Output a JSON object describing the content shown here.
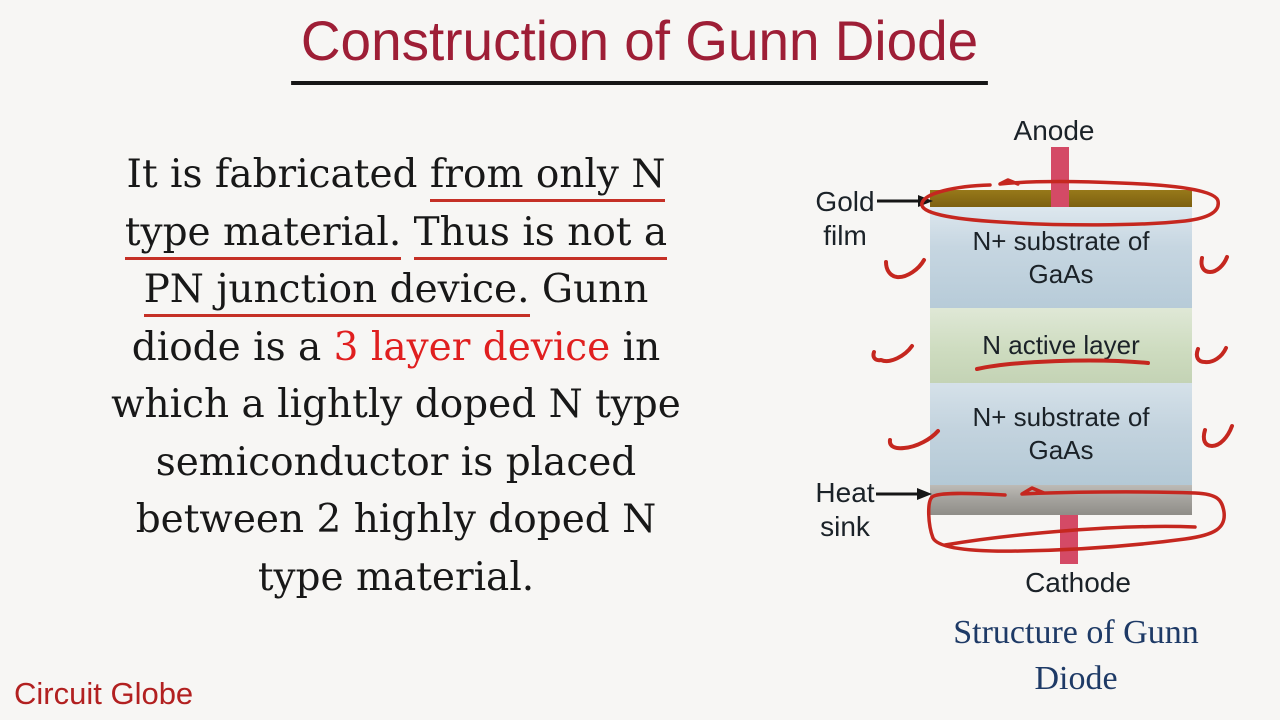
{
  "slide": {
    "title": "Construction of Gunn Diode",
    "brand": "Circuit Globe"
  },
  "body": {
    "lines": [
      {
        "segments": [
          {
            "text": "It is fabricated ",
            "style": "plain"
          },
          {
            "text": "from only N",
            "style": "underline"
          }
        ]
      },
      {
        "segments": [
          {
            "text": "type material.",
            "style": "underline"
          },
          {
            "text": " ",
            "style": "plain"
          },
          {
            "text": "Thus is not a",
            "style": "underline"
          }
        ]
      },
      {
        "segments": [
          {
            "text": "PN junction device.",
            "style": "underline"
          },
          {
            "text": " Gunn",
            "style": "plain"
          }
        ]
      },
      {
        "segments": [
          {
            "text": "diode is a ",
            "style": "plain"
          },
          {
            "text": "3 layer device",
            "style": "red"
          },
          {
            "text": " in",
            "style": "plain"
          }
        ]
      },
      {
        "segments": [
          {
            "text": "which a lightly doped N type",
            "style": "plain"
          }
        ]
      },
      {
        "segments": [
          {
            "text": "semiconductor is placed",
            "style": "plain"
          }
        ]
      },
      {
        "segments": [
          {
            "text": "between 2 highly doped N",
            "style": "plain"
          }
        ]
      },
      {
        "segments": [
          {
            "text": "type material.",
            "style": "plain"
          }
        ]
      }
    ]
  },
  "diagram": {
    "anode_label": "Anode",
    "cathode_label": "Cathode",
    "gold_film_label": "Gold\nfilm",
    "heat_sink_label": "Heat\nsink",
    "layers": [
      {
        "name": "gold-film",
        "label": ""
      },
      {
        "name": "n-substrate-top",
        "label": "N+ substrate of GaAs"
      },
      {
        "name": "n-active-layer",
        "label": "N active layer"
      },
      {
        "name": "n-substrate-bottom",
        "label": "N+ substrate of GaAs"
      },
      {
        "name": "heat-sink",
        "label": ""
      }
    ],
    "caption": "Structure of Gunn Diode"
  },
  "colors": {
    "background": "#f7f6f4",
    "title_maroon": "#9e1e36",
    "body_black": "#181818",
    "pen_red": "#c5271f",
    "highlight_red": "#e01f1f",
    "gold_film": "#87690f",
    "substrate_blue": "#c3d3de",
    "active_green": "#cedcc0",
    "heat_sink_gray": "#a5a39e",
    "terminal_pink": "#d44a66",
    "caption_navy": "#1e3a66",
    "brand_red": "#b22020"
  }
}
